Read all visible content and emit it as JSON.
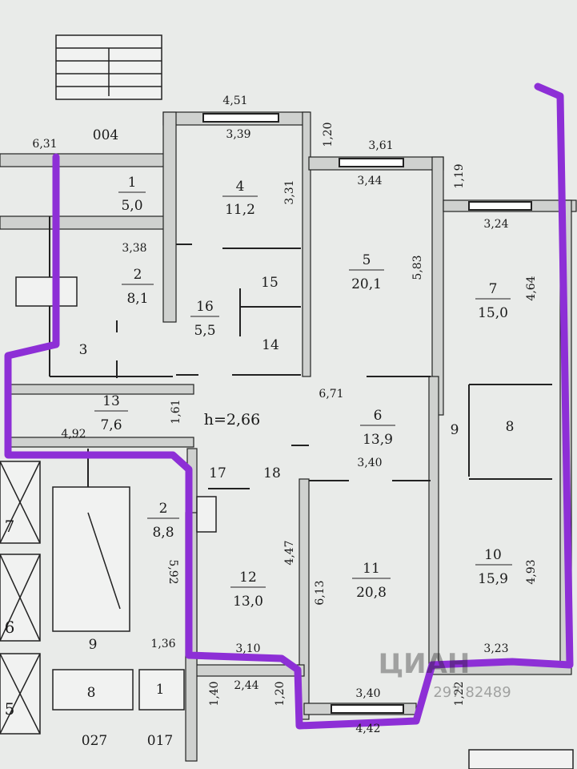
{
  "plan": {
    "height_note": "h=2,66",
    "section_labels": [
      "004",
      "027",
      "017"
    ],
    "watermark": "ЦИАН",
    "watermark_phone": "297 82489"
  },
  "rooms": [
    {
      "id": "r1",
      "num": "1",
      "area": "5,0"
    },
    {
      "id": "r2a",
      "num": "2",
      "area": "8,1"
    },
    {
      "id": "r3",
      "num": "3",
      "area": ""
    },
    {
      "id": "r4",
      "num": "4",
      "area": "11,2"
    },
    {
      "id": "r5",
      "num": "5",
      "area": "20,1"
    },
    {
      "id": "r6",
      "num": "6",
      "area": "13,9"
    },
    {
      "id": "r7",
      "num": "7",
      "area": "15,0"
    },
    {
      "id": "r8",
      "num": "8",
      "area": ""
    },
    {
      "id": "r9",
      "num": "9",
      "area": ""
    },
    {
      "id": "r10",
      "num": "10",
      "area": "15,9"
    },
    {
      "id": "r11",
      "num": "11",
      "area": "20,8"
    },
    {
      "id": "r12",
      "num": "12",
      "area": "13,0"
    },
    {
      "id": "r13",
      "num": "13",
      "area": "7,6"
    },
    {
      "id": "r14",
      "num": "14",
      "area": ""
    },
    {
      "id": "r15",
      "num": "15",
      "area": ""
    },
    {
      "id": "r16",
      "num": "16",
      "area": "5,5"
    },
    {
      "id": "r17",
      "num": "17",
      "area": ""
    },
    {
      "id": "r18",
      "num": "18",
      "area": ""
    },
    {
      "id": "r2b",
      "num": "2",
      "area": "8,8"
    },
    {
      "id": "l7",
      "num": "7",
      "area": ""
    },
    {
      "id": "l6",
      "num": "6",
      "area": ""
    },
    {
      "id": "l5",
      "num": "5",
      "area": ""
    },
    {
      "id": "l9",
      "num": "9",
      "area": ""
    },
    {
      "id": "l8",
      "num": "8",
      "area": ""
    },
    {
      "id": "l1",
      "num": "1",
      "area": ""
    }
  ],
  "dimensions": [
    "4,51",
    "3,39",
    "6,31",
    "1,20",
    "3,61",
    "3,44",
    "1,19",
    "3,24",
    "3,31",
    "3,38",
    "5,83",
    "4,64",
    "6,71",
    "1,61",
    "4,92",
    "3,40",
    "4,47",
    "6,13",
    "4,93",
    "5,92",
    "1,36",
    "3,10",
    "3,23",
    "2,44",
    "1,40",
    "1,20",
    "3,40",
    "1,22",
    "4,42"
  ],
  "colors": {
    "wall": "#cfd1cf",
    "line": "#222222",
    "highlight": "#8d2fd6",
    "background": "#e9ebe9"
  }
}
